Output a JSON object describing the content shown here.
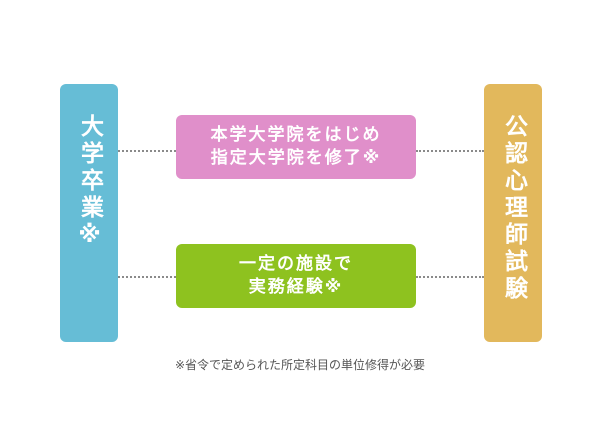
{
  "diagram": {
    "left_box": {
      "label": "大学卒業※",
      "color": "#66bdd6"
    },
    "right_box": {
      "label": "公認心理師試験",
      "color": "#e2b85c"
    },
    "middle_top": {
      "line1": "本学大学院をはじめ",
      "line2": "指定大学院を修了※",
      "color": "#e08fca"
    },
    "middle_bottom": {
      "line1": "一定の施設で",
      "line2": "実務経験※",
      "color": "#8ec21f"
    },
    "footnote": "※省令で定められた所定科目の単位修得が必要"
  }
}
